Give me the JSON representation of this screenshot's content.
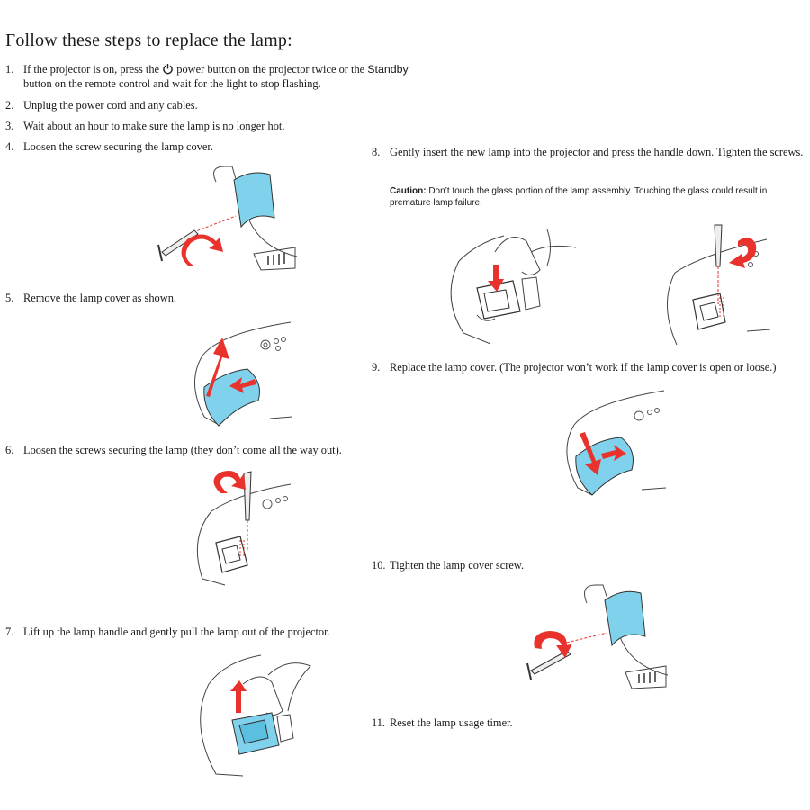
{
  "title": "Follow these steps to replace the lamp:",
  "steps": [
    {
      "num": "1.",
      "before_icon": "If the projector is on, press the",
      "after_icon": "power button on the projector twice or the",
      "standby": "Standby",
      "line2": "button on the remote control and wait for the light to stop flashing."
    },
    {
      "num": "2.",
      "text": "Unplug the power cord and any cables."
    },
    {
      "num": "3.",
      "text": "Wait about an hour to make sure the lamp is no longer hot."
    },
    {
      "num": "4.",
      "text": "Loosen the screw securing the lamp cover."
    },
    {
      "num": "5.",
      "text": "Remove the lamp cover as shown."
    },
    {
      "num": "6.",
      "text": "Loosen the screws securing the lamp (they don’t come all the way out)."
    },
    {
      "num": "7.",
      "text": "Lift up the lamp handle and gently pull the lamp out of the projector."
    },
    {
      "num": "8.",
      "text": "Gently insert the new lamp into the projector and press the handle down. Tighten the screws."
    },
    {
      "num": "9.",
      "text": "Replace the lamp cover. (The projector won’t work if the lamp cover is open or loose.)"
    },
    {
      "num": "10.",
      "text": "Tighten the lamp cover screw."
    },
    {
      "num": "11.",
      "text": "Reset the lamp usage timer."
    }
  ],
  "caution": {
    "label": "Caution:",
    "text": "Don’t touch the glass portion of the lamp assembly. Touching the glass could result in premature lamp failure."
  },
  "icons": {
    "power": "power-icon"
  },
  "colors": {
    "cover_blue": "#7fd1ec",
    "arrow_red": "#e8322b",
    "line_gray": "#555555"
  }
}
